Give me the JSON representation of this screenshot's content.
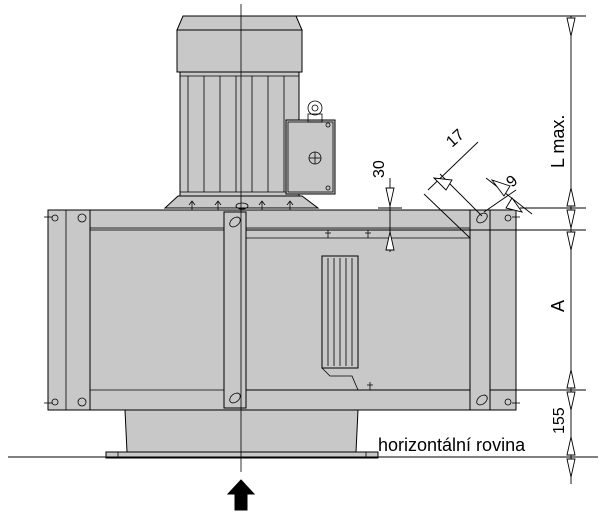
{
  "dimensions": {
    "motor_length": "L max.",
    "a": "A",
    "d30": "30",
    "d155": "155",
    "d17": "17",
    "d9": "9"
  },
  "reference": {
    "plane": "horizontální rovina"
  },
  "icons": {
    "airflow": "airflow-arrow-icon"
  }
}
